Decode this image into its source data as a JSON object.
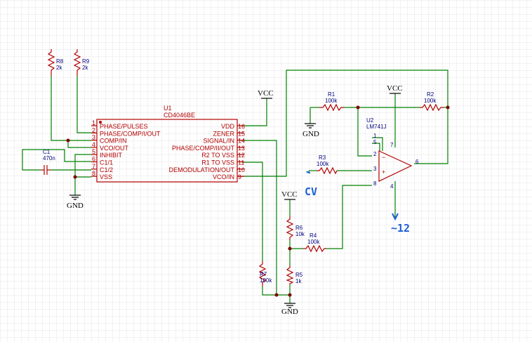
{
  "grid": {
    "color": "#e6e6e6"
  },
  "colors": {
    "wire": "#008000",
    "component": "#b30000",
    "ref": "#000080",
    "handwriting": "#1e5fd6"
  },
  "u1": {
    "ref": "U1",
    "value": "CD4046BE",
    "left_pins": [
      {
        "num": "1",
        "name": "PHASE/PULSES"
      },
      {
        "num": "2",
        "name": "PHASE/COMP/I/OUT"
      },
      {
        "num": "3",
        "name": "COMP/IN"
      },
      {
        "num": "4",
        "name": "VCO/OUT"
      },
      {
        "num": "5",
        "name": "INHIBIT"
      },
      {
        "num": "6",
        "name": "C1/1"
      },
      {
        "num": "7",
        "name": "C1/2"
      },
      {
        "num": "8",
        "name": "VSS"
      }
    ],
    "right_pins": [
      {
        "num": "16",
        "name": "VDD"
      },
      {
        "num": "15",
        "name": "ZENER"
      },
      {
        "num": "14",
        "name": "SIGNAL/IN"
      },
      {
        "num": "13",
        "name": "PHASE/COMP/II/OUT"
      },
      {
        "num": "12",
        "name": "R2 TO VSS"
      },
      {
        "num": "11",
        "name": "R1 TO VSS"
      },
      {
        "num": "10",
        "name": "DEMODULATION/OUT"
      },
      {
        "num": "9",
        "name": "VCO/IN"
      }
    ]
  },
  "u2": {
    "ref": "U2",
    "value": "LM741J",
    "pins": {
      "p1": "1",
      "p5": "5",
      "p2": "2",
      "p3": "3",
      "p8": "8",
      "p7": "7",
      "p6": "6",
      "p4": "4"
    },
    "minus": "−",
    "plus": "+"
  },
  "resistors": {
    "r8": {
      "ref": "R8",
      "value": "2k"
    },
    "r9": {
      "ref": "R9",
      "value": "2k"
    },
    "r1": {
      "ref": "R1",
      "value": "100k"
    },
    "r2": {
      "ref": "R2",
      "value": "100k"
    },
    "r3": {
      "ref": "R3",
      "value": "100k"
    },
    "r4": {
      "ref": "R4",
      "value": "100k"
    },
    "r5": {
      "ref": "R5",
      "value": "1k"
    },
    "r6": {
      "ref": "R6",
      "value": "10k"
    },
    "r7": {
      "ref": "R7",
      "value": "100k"
    }
  },
  "capacitors": {
    "c1": {
      "ref": "C1",
      "value": "470n"
    }
  },
  "power": {
    "vcc_u1": "VCC",
    "vcc_u2": "VCC",
    "vcc_r6": "VCC",
    "gnd_u1": "GND",
    "gnd_r1": "GND",
    "gnd_r5": "GND"
  },
  "annotations": {
    "cv": "CV",
    "minus12": "~12"
  }
}
